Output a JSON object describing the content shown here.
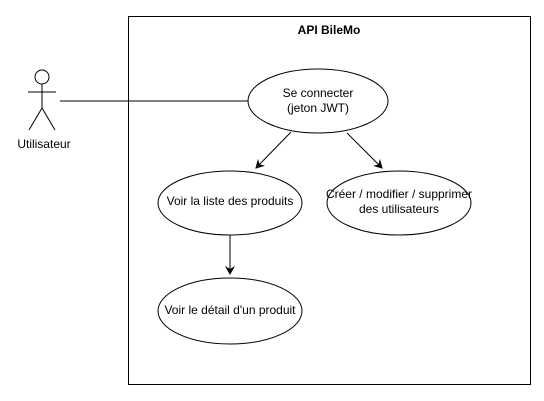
{
  "diagram": {
    "system": {
      "title": "API BileMo"
    },
    "actor": {
      "name": "Utilisateur"
    },
    "use_cases": [
      {
        "id": "login",
        "lines": [
          "Se connecter",
          "(jeton JWT)"
        ]
      },
      {
        "id": "list",
        "lines": [
          "Voir la liste des produits"
        ]
      },
      {
        "id": "users",
        "lines": [
          "Créer / modifier / supprimer",
          "des utilisateurs"
        ]
      },
      {
        "id": "detail",
        "lines": [
          "Voir le détail d'un produit"
        ]
      }
    ]
  }
}
